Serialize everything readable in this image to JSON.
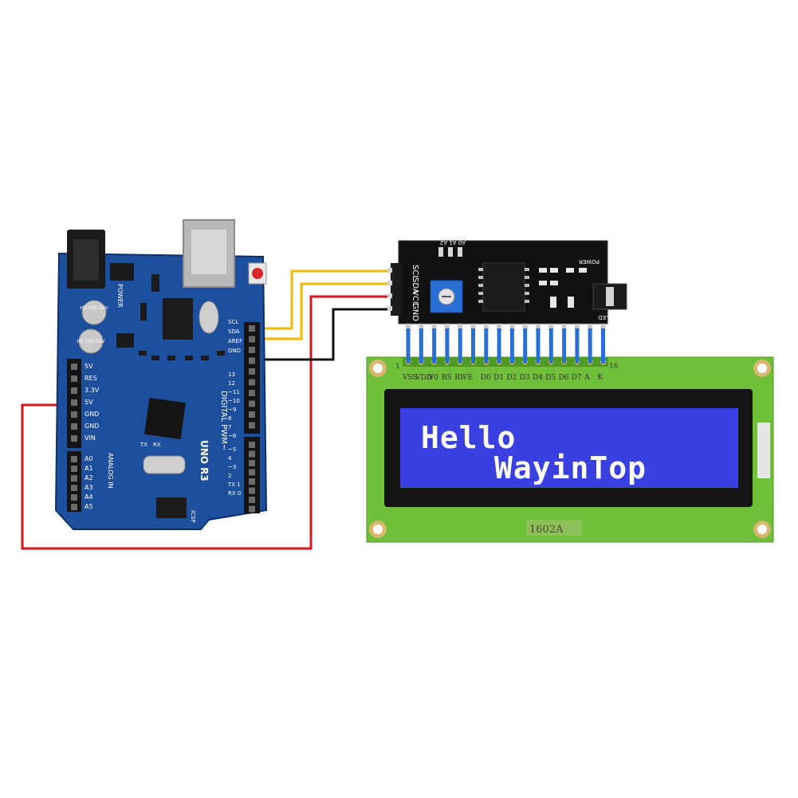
{
  "arduino": {
    "board_name": "UNO R3",
    "power_label": "POWER",
    "power_pins": [
      "5V",
      "RES",
      "3.3V",
      "5V",
      "GND",
      "GND",
      "VIN"
    ],
    "analog_label": "ANALOG IN",
    "analog_pins": [
      "A0",
      "A1",
      "A2",
      "A3",
      "A4",
      "A5"
    ],
    "digital_label": "DIGITAL PWM~",
    "digital_pins": [
      "13",
      "12",
      "~11",
      "~10",
      "~9",
      "8",
      "7",
      "~6",
      "~5",
      "4",
      "~3",
      "2",
      "TX 1",
      "RX 0"
    ],
    "top_header_labels": [
      "SCL",
      "SDA",
      "AREF",
      "GND"
    ],
    "cap_label_1": "H2\n100\n16V",
    "cap_label_2": "H2\n100\n16V",
    "tx_label": "TX",
    "rx_label": "RX",
    "icsp_label": "ICSP"
  },
  "i2c_module": {
    "pin_labels": [
      "SCL",
      "SDA",
      "VCC",
      "GND"
    ],
    "address_labels": "A0 A1 A2",
    "power_label": "POWER",
    "led_label": "LED"
  },
  "lcd": {
    "model_label": "1602A",
    "pin_first": "1",
    "pin_last": "16",
    "pin_labels": [
      "VSS",
      "VDD",
      "V0",
      "RS",
      "RW",
      "E",
      "D0",
      "D1",
      "D2",
      "D3",
      "D4",
      "D5",
      "D6",
      "D7",
      "A",
      "K"
    ],
    "line1": "Hello",
    "line2": "WayinTop"
  },
  "colors": {
    "board_blue": "#1d4f9c",
    "wire_scl": "#f5b800",
    "wire_sda": "#f5b800",
    "wire_vcc": "#d9141b",
    "wire_gnd": "#111111",
    "lcd_pcb": "#6fbf3a",
    "lcd_screen": "#3a3fe0",
    "jumper_blue": "#2a6fd6"
  }
}
